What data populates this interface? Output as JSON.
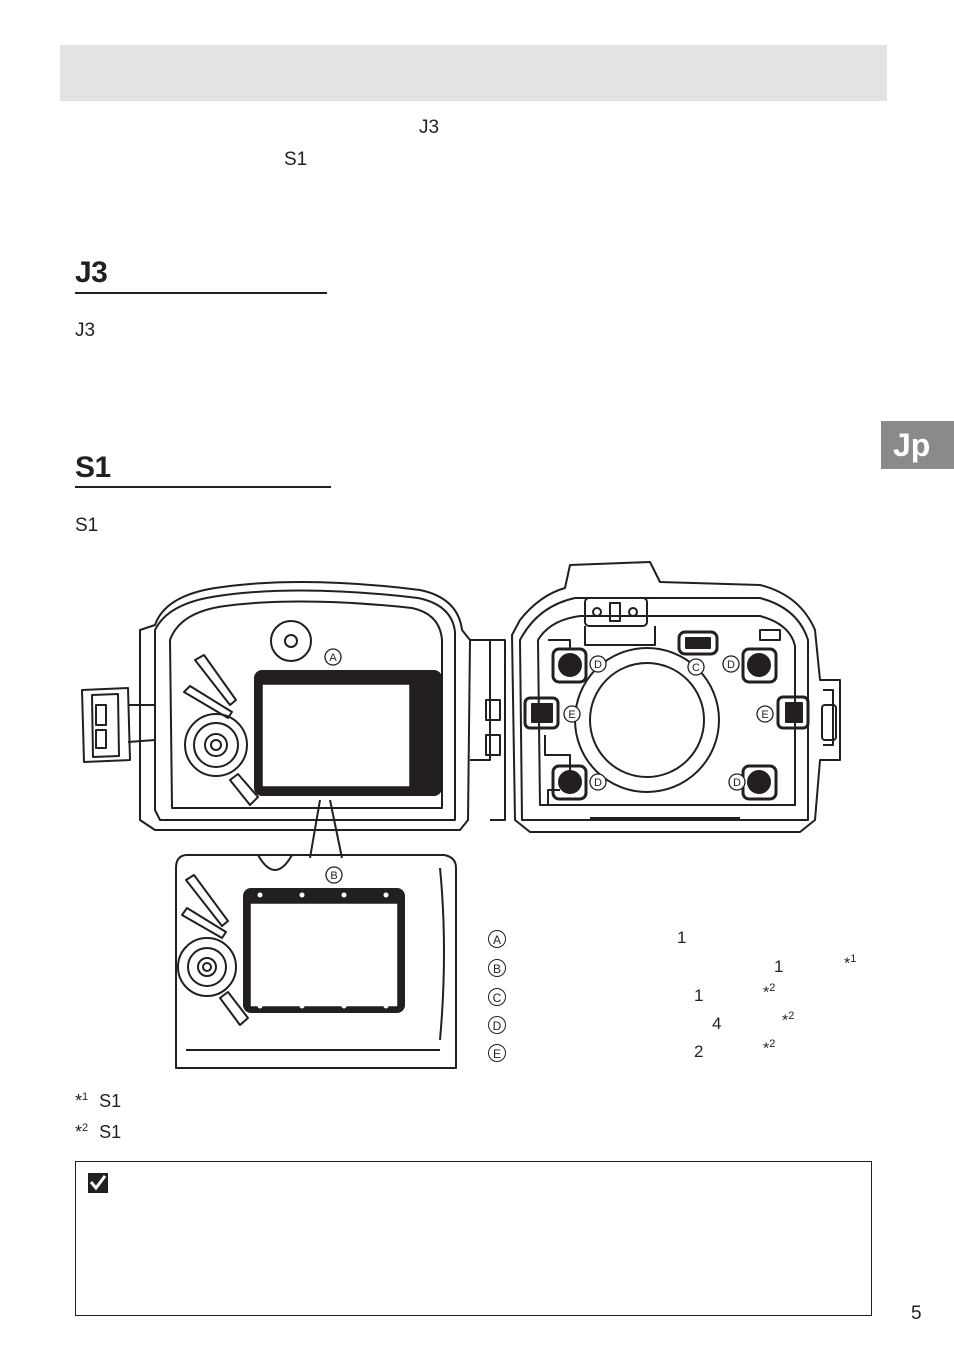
{
  "header": {
    "title": ""
  },
  "intro": {
    "line1_model": "J3",
    "line2_model": "S1"
  },
  "sections": [
    {
      "title": "J3",
      "body_model": "J3"
    },
    {
      "title": "S1",
      "body_model": "S1"
    }
  ],
  "side_tab": {
    "label": "Jp"
  },
  "figure": {
    "callouts": {
      "a": "A",
      "b": "B",
      "c": "C",
      "d": "D",
      "e": "E"
    }
  },
  "legend": [
    {
      "letter": "A",
      "count": "1",
      "note": ""
    },
    {
      "letter": "B",
      "count": "1",
      "note": "*",
      "note_num": "1"
    },
    {
      "letter": "C",
      "count": "1",
      "note": "*",
      "note_num": "2"
    },
    {
      "letter": "D",
      "count": "4",
      "note": "*",
      "note_num": "2"
    },
    {
      "letter": "E",
      "count": "2",
      "note": "*",
      "note_num": "2"
    }
  ],
  "footnotes": [
    {
      "mark": "*",
      "num": "1",
      "model": "S1"
    },
    {
      "mark": "*",
      "num": "2",
      "model": "S1"
    }
  ],
  "note_box": {
    "icon": "check-icon"
  },
  "page_number": "5"
}
